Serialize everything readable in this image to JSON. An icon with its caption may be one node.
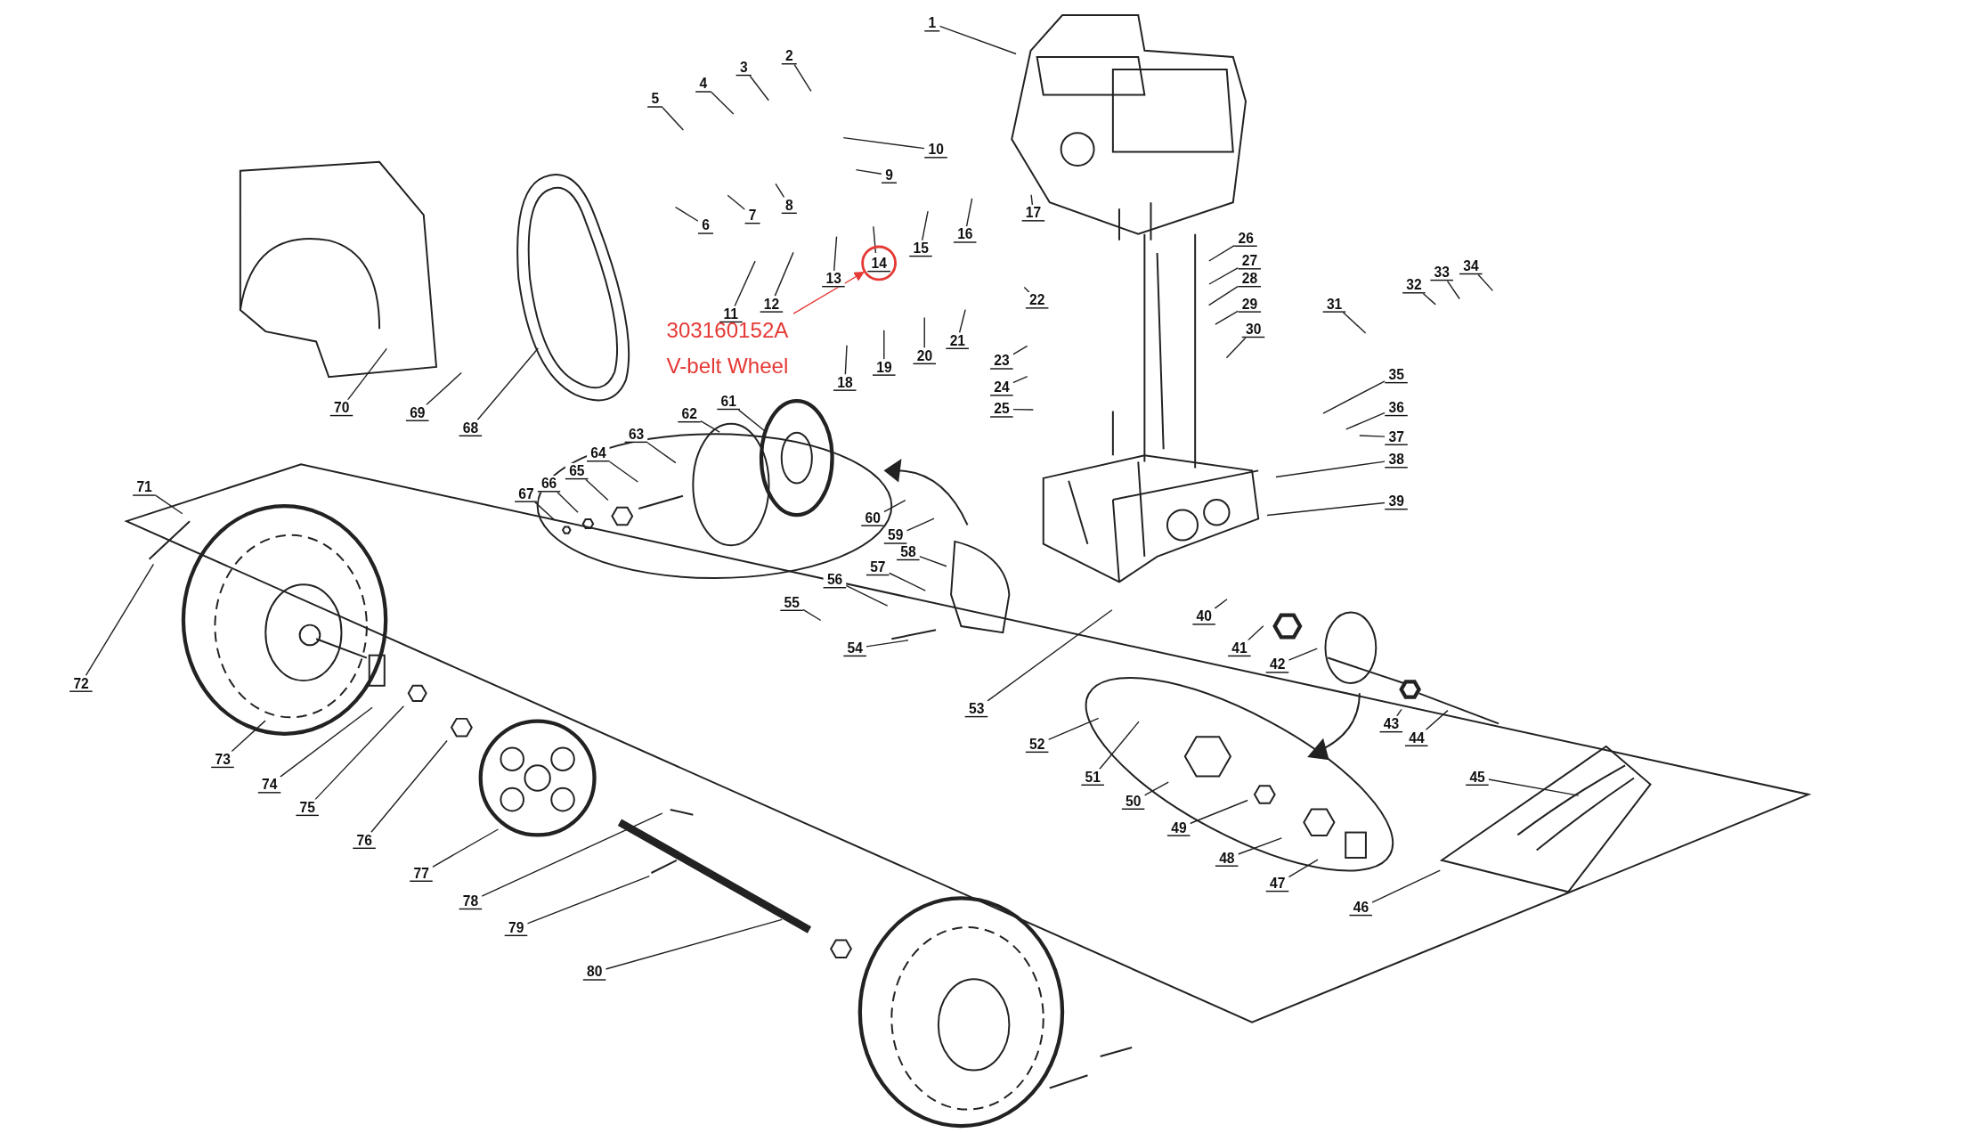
{
  "diagram": {
    "nodes": [
      {
        "text": [
          "1"
        ]
      },
      {
        "text": [
          "2"
        ]
      },
      {
        "text": [
          "3"
        ]
      },
      {
        "text": [
          "4"
        ]
      },
      {
        "text": [
          "5"
        ]
      },
      {
        "text": [
          "6"
        ]
      },
      {
        "text": [
          "7"
        ]
      },
      {
        "text": [
          "8"
        ]
      },
      {
        "text": [
          "9"
        ]
      },
      {
        "text": [
          "10"
        ]
      },
      {
        "text": [
          "11"
        ]
      },
      {
        "text": [
          "12"
        ]
      },
      {
        "text": [
          "13"
        ]
      },
      {
        "text": [
          "14"
        ],
        "in": 81
      },
      {
        "text": [
          "15"
        ]
      },
      {
        "text": [
          "16"
        ]
      },
      {
        "text": [
          "17"
        ]
      },
      {
        "text": [
          "18"
        ]
      },
      {
        "text": [
          "19"
        ]
      },
      {
        "text": [
          "20"
        ]
      },
      {
        "text": [
          "21"
        ]
      },
      {
        "text": [
          "22"
        ]
      },
      {
        "text": [
          "23"
        ]
      },
      {
        "text": [
          "24"
        ]
      },
      {
        "text": [
          "25"
        ]
      },
      {
        "text": [
          "26"
        ]
      },
      {
        "text": [
          "27"
        ]
      },
      {
        "text": [
          "28"
        ]
      },
      {
        "text": [
          "29"
        ]
      },
      {
        "text": [
          "30"
        ]
      },
      {
        "text": [
          "31"
        ]
      },
      {
        "text": [
          "32"
        ]
      },
      {
        "text": [
          "33"
        ]
      },
      {
        "text": [
          "34"
        ]
      },
      {
        "text": [
          "35"
        ]
      },
      {
        "text": [
          "36"
        ]
      },
      {
        "text": [
          "37"
        ]
      },
      {
        "text": [
          "38"
        ]
      },
      {
        "text": [
          "39"
        ]
      },
      {
        "text": [
          "40"
        ]
      },
      {
        "text": [
          "41"
        ]
      },
      {
        "text": [
          "42"
        ]
      },
      {
        "text": [
          "43"
        ]
      },
      {
        "text": [
          "44"
        ]
      },
      {
        "text": [
          "45"
        ]
      },
      {
        "text": [
          "46"
        ]
      },
      {
        "text": [
          "47"
        ]
      },
      {
        "text": [
          "48"
        ]
      },
      {
        "text": [
          "49"
        ]
      },
      {
        "text": [
          "50"
        ]
      },
      {
        "text": [
          "51"
        ]
      },
      {
        "text": [
          "52"
        ]
      },
      {
        "text": [
          "53"
        ]
      },
      {
        "text": [
          "54"
        ]
      },
      {
        "text": [
          "55"
        ]
      },
      {
        "text": [
          "56"
        ]
      },
      {
        "text": [
          "57"
        ]
      },
      {
        "text": [
          "58"
        ]
      },
      {
        "text": [
          "59"
        ]
      },
      {
        "text": [
          "60"
        ]
      },
      {
        "text": [
          "61"
        ]
      },
      {
        "text": [
          "62"
        ]
      },
      {
        "text": [
          "63"
        ]
      },
      {
        "text": [
          "64"
        ]
      },
      {
        "text": [
          "65"
        ]
      },
      {
        "text": [
          "66"
        ]
      },
      {
        "text": [
          "67"
        ]
      },
      {
        "text": [
          "68"
        ]
      },
      {
        "text": [
          "69"
        ]
      },
      {
        "text": [
          "70"
        ]
      },
      {
        "text": [
          "71"
        ]
      },
      {
        "text": [
          "72"
        ]
      },
      {
        "text": [
          "73"
        ]
      },
      {
        "text": [
          "74"
        ]
      },
      {
        "text": [
          "75"
        ]
      },
      {
        "text": [
          "76"
        ]
      },
      {
        "text": [
          "77"
        ]
      },
      {
        "text": [
          "78"
        ]
      },
      {
        "text": [
          "79"
        ]
      },
      {
        "text": [
          "80"
        ]
      },
      {
        "text": [
          "303160152A V-belt Wheel"
        ]
      },
      {
        "text": [],
        "shape": "circle"
      }
    ],
    "edges": [
      {
        "from": 0,
        "to": null,
        "arrow": "none"
      },
      {
        "from": 1,
        "to": null,
        "arrow": "none"
      },
      {
        "from": 2,
        "to": null,
        "arrow": "none"
      },
      {
        "from": 3,
        "to": null,
        "arrow": "none"
      },
      {
        "from": 4,
        "to": null,
        "arrow": "none"
      },
      {
        "from": 5,
        "to": null,
        "arrow": "none"
      },
      {
        "from": 6,
        "to": null,
        "arrow": "none"
      },
      {
        "from": 7,
        "to": null,
        "arrow": "none"
      },
      {
        "from": 8,
        "to": null,
        "arrow": "none"
      },
      {
        "from": 9,
        "to": null,
        "arrow": "none"
      },
      {
        "from": 10,
        "to": null,
        "arrow": "none"
      },
      {
        "from": 11,
        "to": null,
        "arrow": "none"
      },
      {
        "from": 12,
        "to": null,
        "arrow": "none"
      },
      {
        "from": 13,
        "to": null,
        "arrow": "none"
      },
      {
        "from": 14,
        "to": null,
        "arrow": "none"
      },
      {
        "from": 15,
        "to": null,
        "arrow": "none"
      },
      {
        "from": 16,
        "to": null,
        "arrow": "none"
      },
      {
        "from": 17,
        "to": null,
        "arrow": "none"
      },
      {
        "from": 18,
        "to": null,
        "arrow": "none"
      },
      {
        "from": 19,
        "to": null,
        "arrow": "none"
      },
      {
        "from": 20,
        "to": null,
        "arrow": "none"
      },
      {
        "from": 21,
        "to": null,
        "arrow": "none"
      },
      {
        "from": 22,
        "to": null,
        "arrow": "none"
      },
      {
        "from": 23,
        "to": null,
        "arrow": "none"
      },
      {
        "from": 24,
        "to": null,
        "arrow": "none"
      },
      {
        "from": 25,
        "to": null,
        "arrow": "none"
      },
      {
        "from": 26,
        "to": null,
        "arrow": "none"
      },
      {
        "from": 27,
        "to": null,
        "arrow": "none"
      },
      {
        "from": 28,
        "to": null,
        "arrow": "none"
      },
      {
        "from": 29,
        "to": null,
        "arrow": "none"
      },
      {
        "from": 30,
        "to": null,
        "arrow": "none"
      },
      {
        "from": 31,
        "to": null,
        "arrow": "none"
      },
      {
        "from": 32,
        "to": null,
        "arrow": "none"
      },
      {
        "from": 33,
        "to": null,
        "arrow": "none"
      },
      {
        "from": 34,
        "to": null,
        "arrow": "none"
      },
      {
        "from": 35,
        "to": null,
        "arrow": "none"
      },
      {
        "from": 36,
        "to": null,
        "arrow": "none"
      },
      {
        "from": 37,
        "to": null,
        "arrow": "none"
      },
      {
        "from": 38,
        "to": null,
        "arrow": "none"
      },
      {
        "from": 39,
        "to": null,
        "arrow": "none"
      },
      {
        "from": 40,
        "to": null,
        "arrow": "none"
      },
      {
        "from": 41,
        "to": null,
        "arrow": "none"
      },
      {
        "from": 42,
        "to": null,
        "arrow": "none"
      },
      {
        "from": 43,
        "to": null,
        "arrow": "none"
      },
      {
        "from": 44,
        "to": null,
        "arrow": "none"
      },
      {
        "from": 45,
        "to": null,
        "arrow": "none"
      },
      {
        "from": 46,
        "to": null,
        "arrow": "none"
      },
      {
        "from": 47,
        "to": null,
        "arrow": "none"
      },
      {
        "from": 48,
        "to": null,
        "arrow": "none"
      },
      {
        "from": 49,
        "to": null,
        "arrow": "none"
      },
      {
        "from": 50,
        "to": null,
        "arrow": "none"
      },
      {
        "from": 51,
        "to": null,
        "arrow": "none"
      },
      {
        "from": 52,
        "to": null,
        "arrow": "none"
      },
      {
        "from": 53,
        "to": null,
        "arrow": "none"
      },
      {
        "from": 54,
        "to": null,
        "arrow": "none"
      },
      {
        "from": 55,
        "to": null,
        "arrow": "none"
      },
      {
        "from": 56,
        "to": null,
        "arrow": "none"
      },
      {
        "from": 57,
        "to": null,
        "arrow": "none"
      },
      {
        "from": 58,
        "to": null,
        "arrow": "none"
      },
      {
        "from": 59,
        "to": null,
        "arrow": "none"
      },
      {
        "from": 60,
        "to": null,
        "arrow": "none"
      },
      {
        "from": 61,
        "to": null,
        "arrow": "none"
      },
      {
        "from": 62,
        "to": null,
        "arrow": "none"
      },
      {
        "from": 63,
        "to": null,
        "arrow": "none"
      },
      {
        "from": 64,
        "to": null,
        "arrow": "none"
      },
      {
        "from": 65,
        "to": null,
        "arrow": "none"
      },
      {
        "from": 66,
        "to": null,
        "arrow": "none"
      },
      {
        "from": 67,
        "to": null,
        "arrow": "none"
      },
      {
        "from": 68,
        "to": null,
        "arrow": "none"
      },
      {
        "from": 69,
        "to": null,
        "arrow": "none"
      },
      {
        "from": 70,
        "to": null,
        "arrow": "none"
      },
      {
        "from": 71,
        "to": null,
        "arrow": "none"
      },
      {
        "from": 72,
        "to": null,
        "arrow": "none"
      },
      {
        "from": 73,
        "to": null,
        "arrow": "none"
      },
      {
        "from": 74,
        "to": null,
        "arrow": "none"
      },
      {
        "from": 75,
        "to": null,
        "arrow": "none"
      },
      {
        "from": 76,
        "to": null,
        "arrow": "none"
      },
      {
        "from": 77,
        "to": null,
        "arrow": "none"
      },
      {
        "from": 78,
        "to": null,
        "arrow": "none"
      },
      {
        "from": 79,
        "to": null,
        "arrow": "none"
      },
      {
        "from": 80,
        "to": 81,
        "arrow": "to",
        "color": "#e53935"
      }
    ]
  }
}
